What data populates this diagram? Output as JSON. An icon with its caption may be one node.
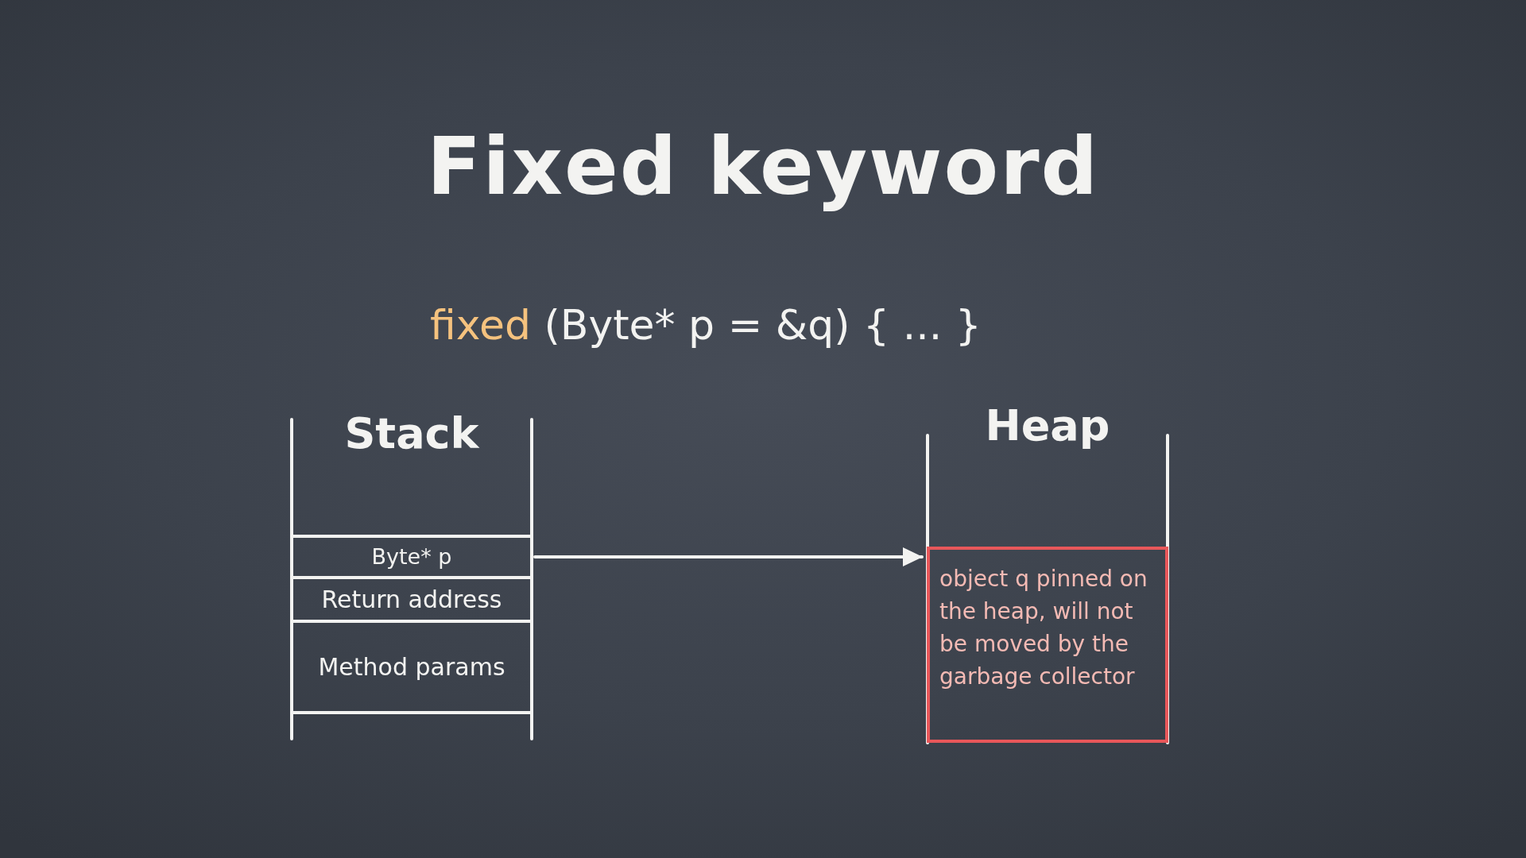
{
  "diagram": {
    "title": "Fixed keyword",
    "nodes": [
      {
        "text": [
          "Stack"
        ]
      },
      {
        "text": [
          "Byte* p"
        ],
        "in": 0
      },
      {
        "text": [
          "Return address"
        ],
        "in": 0
      },
      {
        "text": [
          "Method params"
        ],
        "in": 0
      },
      {
        "text": [
          "Heap"
        ]
      },
      {
        "text": [
          "object q pinned on the heap, will not be moved by the garbage collector"
        ],
        "in": 4
      }
    ],
    "edges": [
      {
        "from": 1,
        "to": 5,
        "arrow": "to"
      }
    ],
    "labels": [
      "fixed (Byte* p = &q) { ... }"
    ]
  }
}
